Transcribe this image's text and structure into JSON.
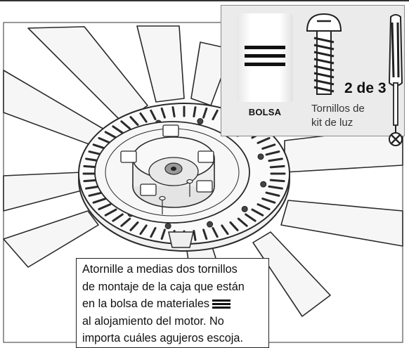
{
  "inset": {
    "bag_label": "BOLSA",
    "screw_count": "2 de 3",
    "screw_label_line1": "Tornillos de",
    "screw_label_line2": "kit de luz"
  },
  "instruction": {
    "line1": "Atornille a medias dos tornillos",
    "line2": "de montaje de la caja que están",
    "line3": "en la bolsa de materiales",
    "line4": "al alojamiento del motor. No",
    "line5": "importa cuáles agujeros escoja."
  },
  "colors": {
    "line": "#2a2a2a",
    "panel": "#ebebeb",
    "fill_light": "#f4f4f4",
    "fill_mid": "#dcdcdc"
  },
  "icons": [
    "bag-icon",
    "screw-icon",
    "screwdriver-icon",
    "phillips-tip-icon"
  ]
}
